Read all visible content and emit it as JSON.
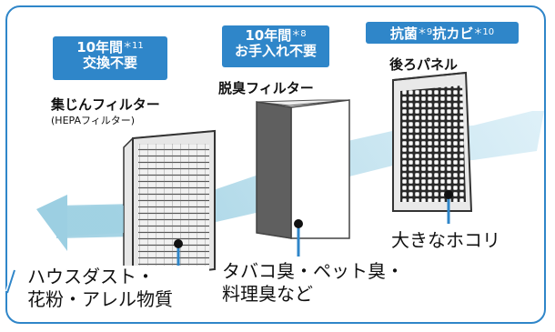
{
  "filters": {
    "dust": {
      "badge_line1": "10年間",
      "badge_note": "＊11",
      "badge_line2": "交換不要",
      "title": "集じんフィルター",
      "subtitle": "(HEPAフィルター)",
      "removes_line1": "ハウスダスト・",
      "removes_line2": "花粉・アレル物質"
    },
    "odor": {
      "badge_line1": "10年間",
      "badge_note": "＊8",
      "badge_line2": "お手入れ不要",
      "title": "脱臭フィルター",
      "removes_line1": "タバコ臭・ペット臭・",
      "removes_line2": "料理臭など"
    },
    "back_panel": {
      "badge_a": "抗菌",
      "badge_note_a": "＊9",
      "badge_b": "抗カビ",
      "badge_note_b": "＊10",
      "title": "後ろパネル",
      "removes": "大きなホコリ"
    }
  },
  "colors": {
    "accent": "#2f86c9",
    "airflow": "#a9d4e6"
  }
}
